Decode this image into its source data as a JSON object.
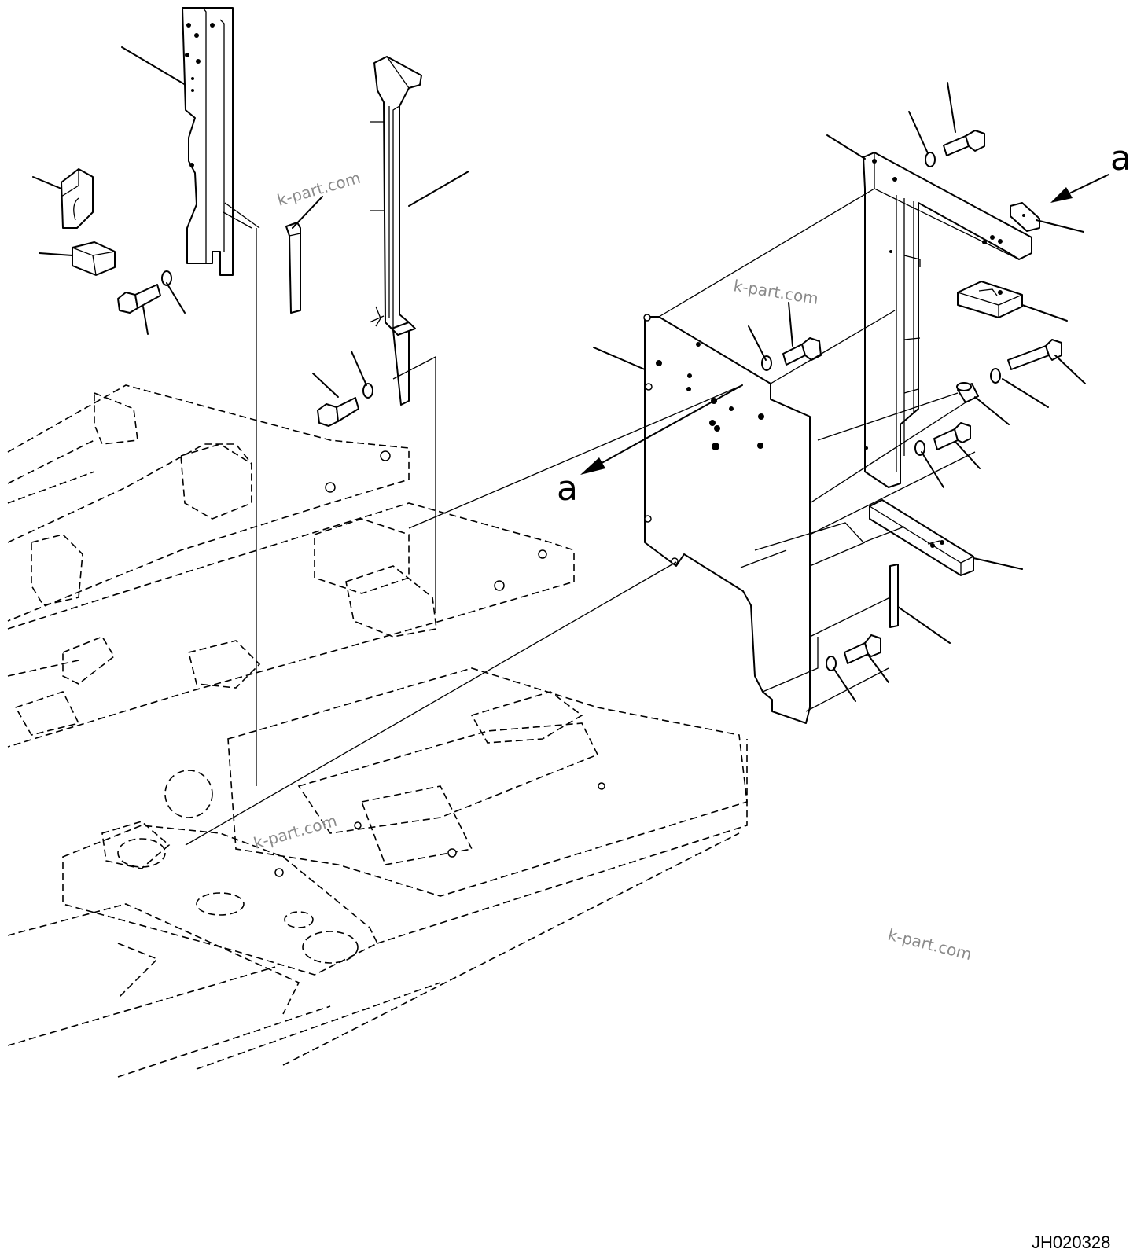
{
  "watermarks": [
    "k-part.com",
    "k-part.com",
    "k-part.com",
    "k-part.com"
  ],
  "view_labels": [
    "a",
    "a"
  ],
  "drawing_code": "JH020328"
}
